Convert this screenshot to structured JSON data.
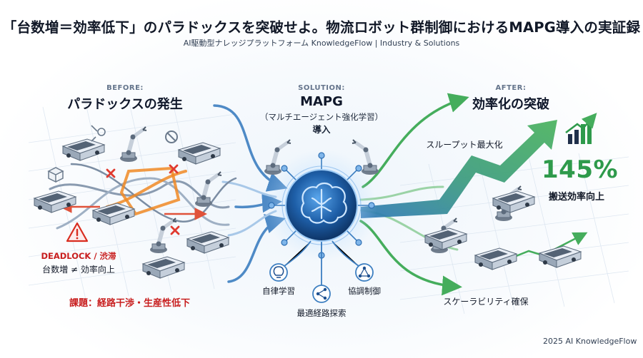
{
  "header": {
    "title": "「台数増＝効率低下」のパラドックスを突破せよ。物流ロボット群制御におけるMAPG導入の実証録",
    "subtitle": "AI駆動型ナレッジプラットフォーム KnowledgeFlow | Industry & Solutions"
  },
  "before": {
    "phase_label": "BEFORE:",
    "heading": "パラドックスの発生",
    "deadlock_label": "DEADLOCK / 渋滞",
    "inequality": "台数増 ≠ 効率向上",
    "issue": "課題：経路干渉・生産性低下"
  },
  "solution": {
    "phase_label": "SOLUTION:",
    "heading": "MAPG",
    "subheading": "（マルチエージェント強化学習）",
    "action": "導入",
    "features": [
      {
        "label": "自律学習",
        "icon": "lightbulb-icon"
      },
      {
        "label": "最適経路探索",
        "icon": "share-nodes-icon"
      },
      {
        "label": "協調制御",
        "icon": "network-icon"
      }
    ]
  },
  "after": {
    "phase_label": "AFTER:",
    "heading": "効率化の突破",
    "throughput": "スループット最大化",
    "metric_value": "145%",
    "metric_label": "搬送効率向上",
    "scalability": "スケーラビリティ確保"
  },
  "footer": {
    "credit": "2025 AI KnowledgeFlow"
  },
  "colors": {
    "blue_flow": "#3d7fc1",
    "green_flow": "#3fa659",
    "alert_red": "#c81e1e",
    "orange_path": "#f08a24",
    "core_blue": "#1d4f8f"
  }
}
